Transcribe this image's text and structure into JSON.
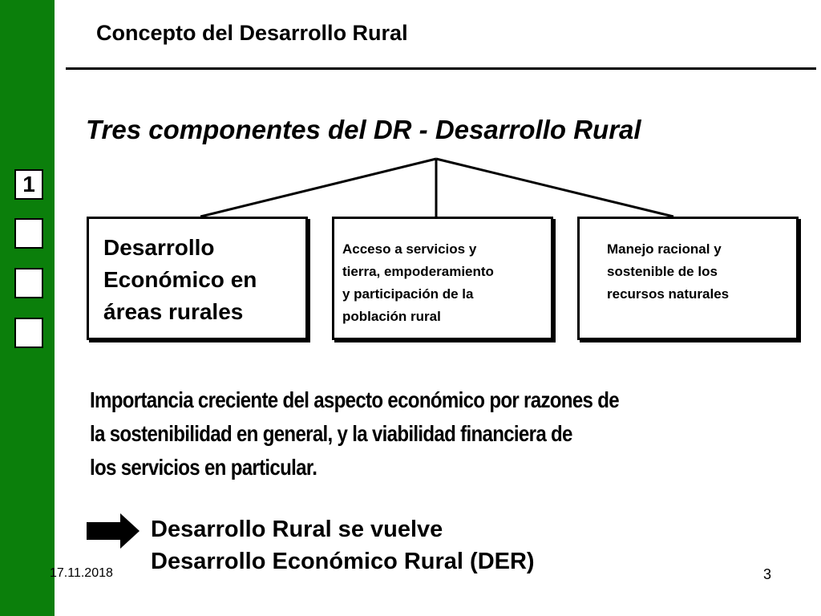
{
  "nav": {
    "boxes": [
      "1",
      "",
      "",
      ""
    ]
  },
  "header": {
    "title": "Concepto del Desarrollo Rural"
  },
  "diagram": {
    "heading": "Tres componentes del  DR  - Desarrollo Rural",
    "components": [
      [
        "Desarrollo",
        "Económico en",
        "áreas rurales"
      ],
      [
        "Acceso a servicios y",
        "tierra, empoderamiento",
        "y participación de la",
        "población rural"
      ],
      [
        "Manejo racional y",
        "sostenible de los",
        "recursos naturales"
      ]
    ]
  },
  "body": {
    "importance": [
      "Importancia creciente del aspecto económico por razones de",
      "la sostenibilidad en general, y la viabilidad financiera de",
      "los servicios en particular."
    ],
    "conclusion": [
      "Desarrollo Rural se vuelve",
      "Desarrollo Económico Rural (DER)"
    ]
  },
  "footer": {
    "date": "17.11.2018",
    "page": "3"
  },
  "colors": {
    "sidebar": "#0b7f0b"
  }
}
